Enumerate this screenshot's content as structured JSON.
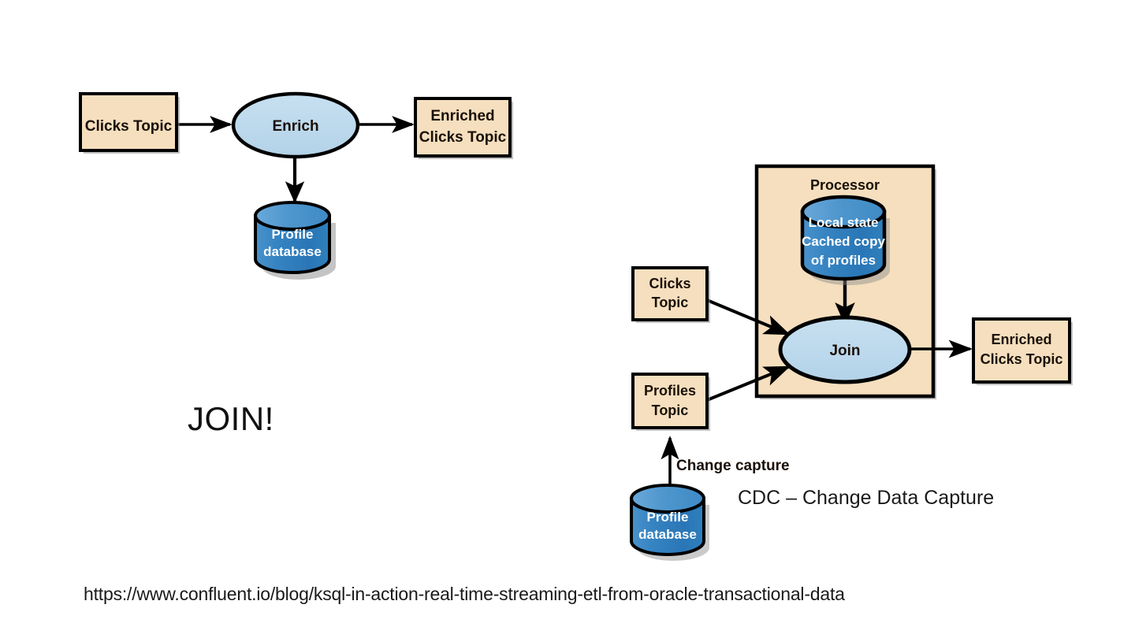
{
  "slide": {
    "background_color": "#ffffff",
    "headline": "JOIN!",
    "source_url": "https://www.confluent.io/blog/ksql-in-action-real-time-streaming-etl-from-oracle-transactional-data",
    "cdc_label": "CDC – Change Data Capture"
  },
  "palette": {
    "topic_box_fill": "#f5dfbe",
    "topic_box_stroke": "#000000",
    "processor_fill": "#f5dfbe",
    "ellipse_fill": "#bcd7ea",
    "cylinder_body": "#2f7fc1",
    "cylinder_top": "#4e96cd",
    "text_dark": "#1a1008",
    "text_white": "#ffffff",
    "arrow_color": "#000000",
    "shadow_color": "#7a7a7a"
  },
  "left_diagram": {
    "name": "enrich-stream-table-join",
    "nodes": [
      {
        "id": "clicks-topic",
        "type": "topic-box",
        "label": "Clicks Topic",
        "lines": [
          "Clicks Topic"
        ]
      },
      {
        "id": "enrich",
        "type": "process-ellipse",
        "label": "Enrich",
        "lines": [
          "Enrich"
        ]
      },
      {
        "id": "enriched-clicks-topic",
        "type": "topic-box",
        "label": "Enriched Clicks Topic",
        "lines": [
          "Enriched",
          "Clicks Topic"
        ]
      },
      {
        "id": "profile-database",
        "type": "database-cylinder",
        "label": "Profile database",
        "lines": [
          "Profile",
          "database"
        ]
      }
    ],
    "edges": [
      {
        "from": "clicks-topic",
        "to": "enrich",
        "arrow": "single",
        "label": ""
      },
      {
        "from": "enrich",
        "to": "enriched-clicks-topic",
        "arrow": "single",
        "label": ""
      },
      {
        "from": "enrich",
        "to": "profile-database",
        "arrow": "double",
        "label": ""
      }
    ]
  },
  "right_diagram": {
    "name": "kafka-streams-processor-join",
    "container": {
      "id": "processor",
      "type": "container-box",
      "label": "Processor"
    },
    "nodes": [
      {
        "id": "local-state",
        "type": "database-cylinder",
        "label": "Local state Cached copy of profiles",
        "lines": [
          "Local state",
          "Cached copy",
          "of profiles"
        ]
      },
      {
        "id": "join",
        "type": "process-ellipse",
        "label": "Join",
        "lines": [
          "Join"
        ]
      },
      {
        "id": "clicks-topic",
        "type": "topic-box",
        "label": "Clicks Topic",
        "lines": [
          "Clicks",
          "Topic"
        ]
      },
      {
        "id": "profiles-topic",
        "type": "topic-box",
        "label": "Profiles Topic",
        "lines": [
          "Profiles",
          "Topic"
        ]
      },
      {
        "id": "enriched-clicks-topic",
        "type": "topic-box",
        "label": "Enriched Clicks Topic",
        "lines": [
          "Enriched",
          "Clicks Topic"
        ]
      },
      {
        "id": "profile-database",
        "type": "database-cylinder",
        "label": "Profile database",
        "lines": [
          "Profile",
          "database"
        ]
      }
    ],
    "edges": [
      {
        "from": "clicks-topic",
        "to": "join",
        "arrow": "single",
        "label": ""
      },
      {
        "from": "profiles-topic",
        "to": "join",
        "arrow": "single",
        "label": ""
      },
      {
        "from": "join",
        "to": "enriched-clicks-topic",
        "arrow": "single",
        "label": ""
      },
      {
        "from": "join",
        "to": "local-state",
        "arrow": "double",
        "label": ""
      },
      {
        "from": "profile-database",
        "to": "profiles-topic",
        "arrow": "single",
        "label": "Change capture"
      }
    ],
    "edge_labels": {
      "change_capture": "Change capture"
    }
  }
}
